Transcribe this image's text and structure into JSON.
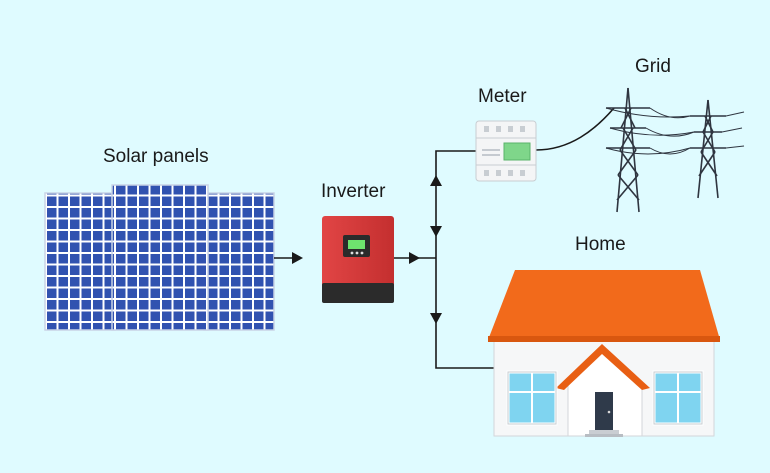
{
  "labels": {
    "solar": "Solar panels",
    "inverter": "Inverter",
    "meter": "Meter",
    "grid": "Grid",
    "home": "Home"
  },
  "colors": {
    "background": "#dffbff",
    "panel_blue": "#2a4aa8",
    "inverter_red": "#d63a3a",
    "roof_orange": "#f26a1b",
    "wire": "#1a1a1a"
  }
}
